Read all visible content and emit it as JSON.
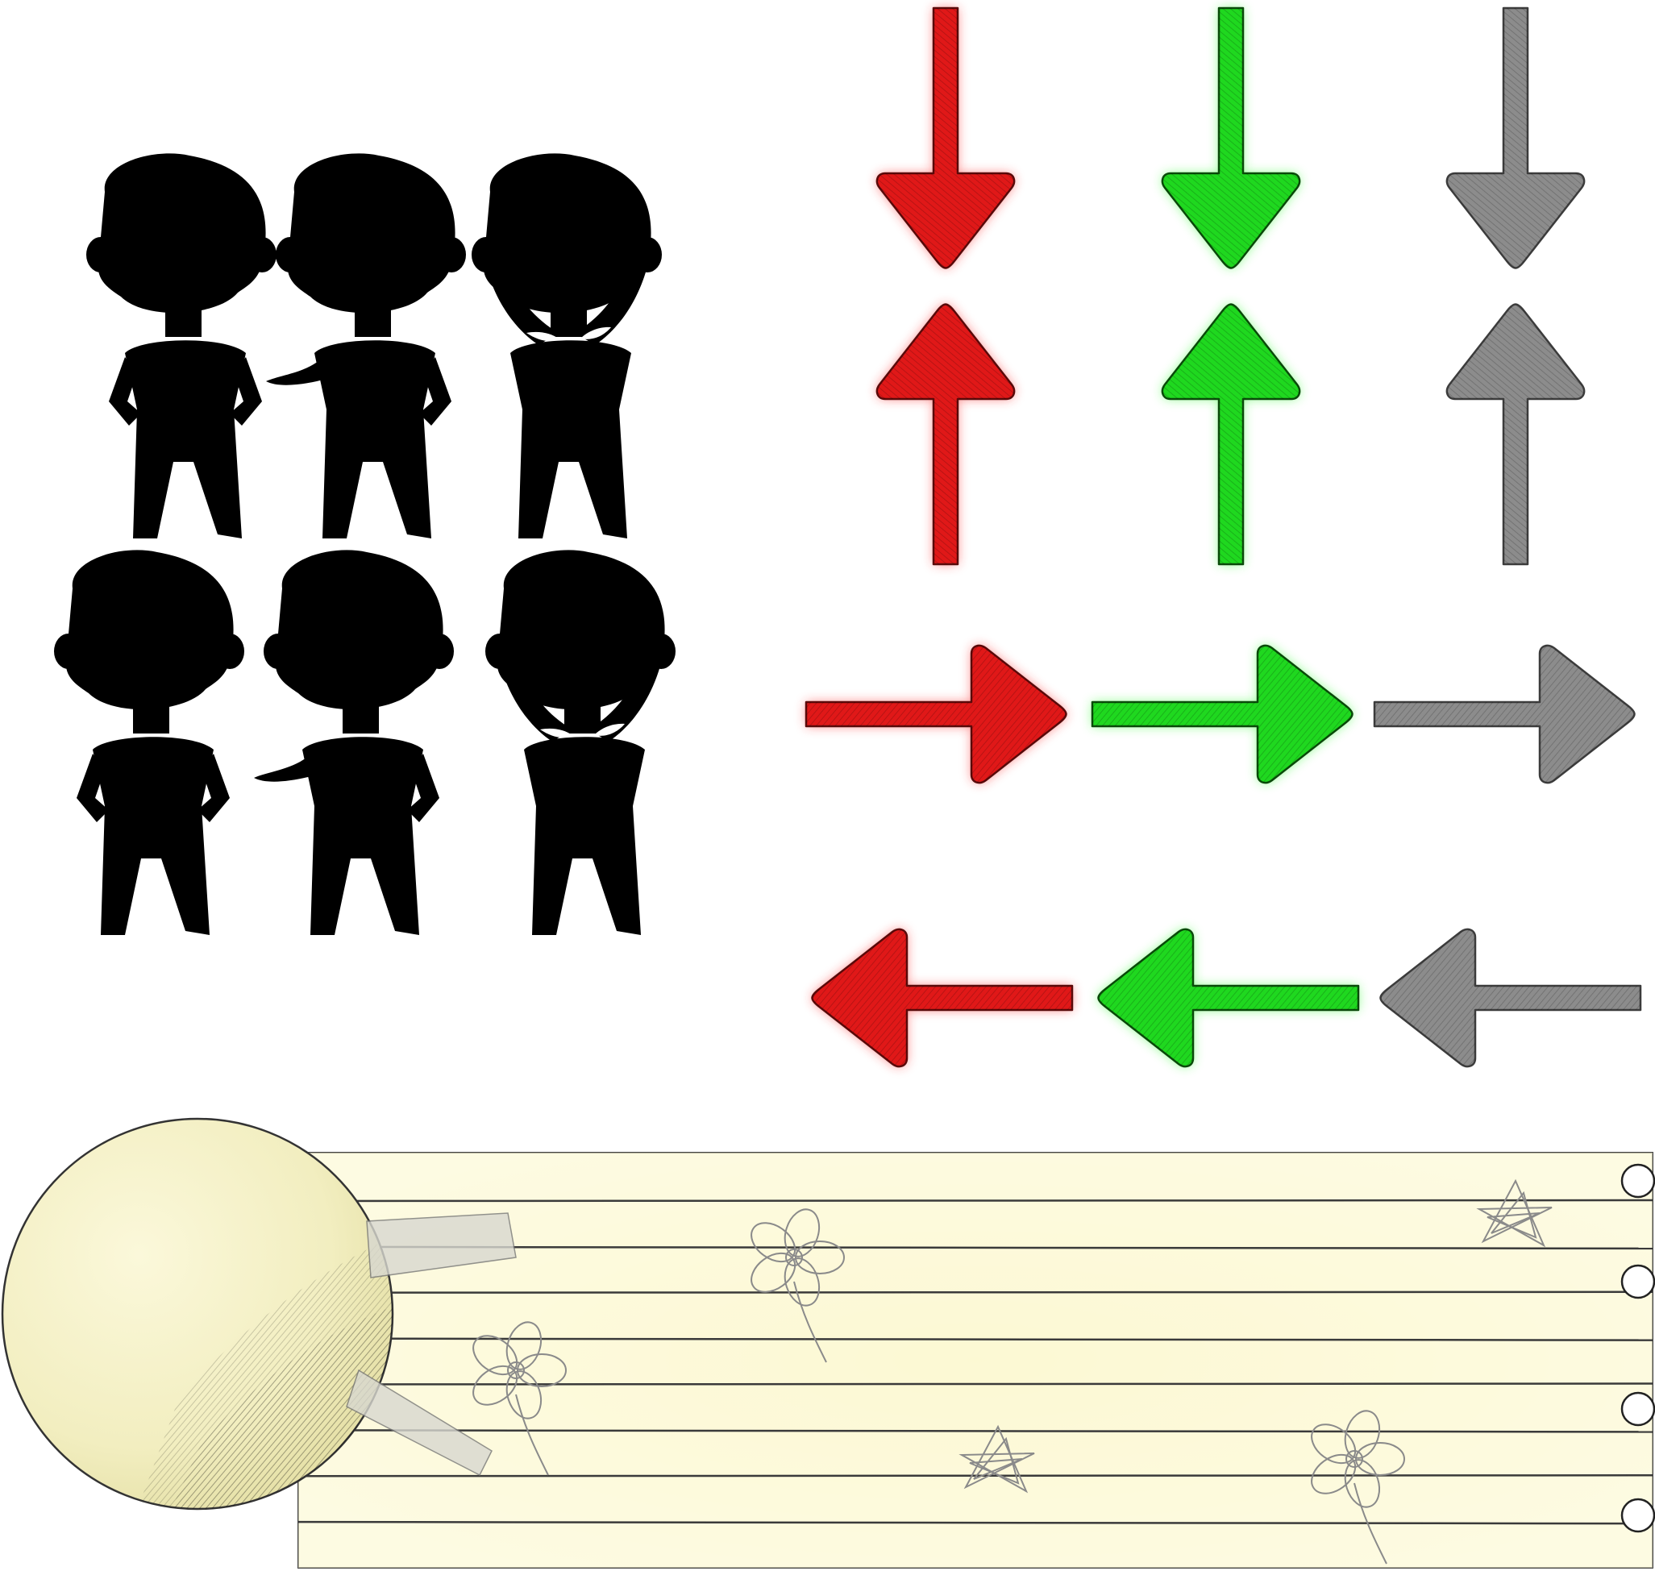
{
  "sprite_sheet": {
    "background": "#ffffff",
    "silhouettes": {
      "color": "#000000",
      "eye_color": "#ffffff",
      "rows": [
        [
          "hands-on-hips",
          "pointing",
          "hands-on-head"
        ],
        [
          "hands-on-hips",
          "pointing",
          "hands-on-head"
        ]
      ]
    },
    "arrow_states": [
      {
        "state": "red",
        "fill": "#e01818",
        "glow": "#ff2a2a",
        "stroke": "#5a0a0a"
      },
      {
        "state": "green",
        "fill": "#1fd81f",
        "glow": "#33ff33",
        "stroke": "#0a4a0a"
      },
      {
        "state": "gray",
        "fill": "#8c8c8c",
        "glow": "",
        "stroke": "#3c3c3c"
      }
    ],
    "arrow_rows": [
      "down",
      "up",
      "right",
      "left"
    ],
    "notebook_strip": {
      "paper_color": "#fbf8d6",
      "rule_color": "#3a3a3a",
      "rule_count": 8,
      "binder_holes": 4,
      "doodles": [
        "flower-doodle",
        "flower-doodle",
        "flower-doodle",
        "star-scribble",
        "star-scribble"
      ],
      "orb_color": "#f7f3c8"
    }
  }
}
